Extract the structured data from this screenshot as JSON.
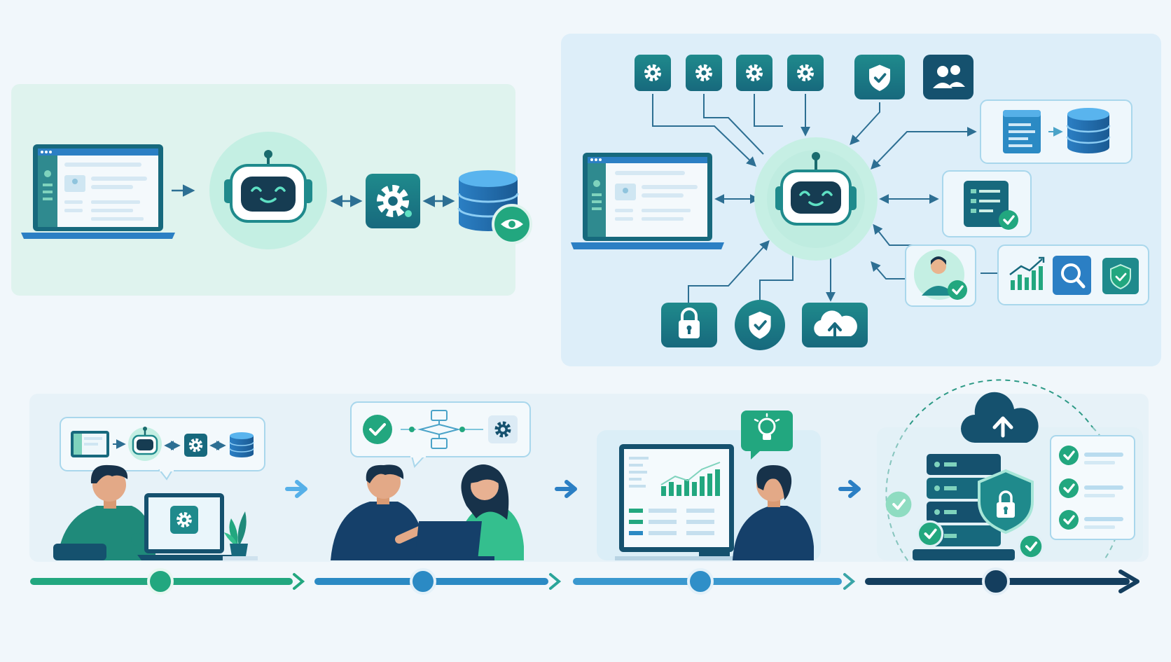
{
  "colors": {
    "background": "#f1f7fb",
    "panel_mint": "#dff3ee",
    "panel_blue": "#ddeef9",
    "timeline_panel": "#e7f2f8",
    "teal_dark": "#17697d",
    "teal": "#1f8a8c",
    "green": "#22a77f",
    "blue": "#2b7fc4",
    "blue_light": "#56b0e8",
    "navy": "#143e5e",
    "robot_face": "#163c52",
    "robot_glow": "#bfeee2",
    "arrow": "#2d6f93",
    "card_border": "#a9d7ec"
  },
  "icons": {
    "simple_flow": [
      "laptop-icon",
      "robot-icon",
      "gear-icon",
      "database-icon",
      "eye-icon"
    ],
    "hub_top": [
      "gear-icon",
      "gear-icon",
      "gear-icon",
      "gear-icon",
      "shield-check-icon",
      "users-icon"
    ],
    "hub_bottom": [
      "lock-icon",
      "shield-check-icon",
      "cloud-upload-icon"
    ],
    "hub_right": [
      "document-icon",
      "database-icon",
      "checklist-icon",
      "person-check-icon",
      "bar-chart-icon",
      "magnifier-icon",
      "shield-check-icon"
    ],
    "timeline_stages": [
      "developer-at-laptop",
      "pair-collaboration",
      "analyst-with-dashboard",
      "secure-cloud-server"
    ],
    "timeline_extras": [
      "flow-bubble-icon",
      "process-bubble-icon",
      "lightbulb-icon",
      "checklist-icon"
    ]
  },
  "timeline": {
    "stage_count": 4,
    "stage_colors": [
      "#22a77f",
      "#2b8ac4",
      "#2f8fc8",
      "#143e5e"
    ]
  }
}
